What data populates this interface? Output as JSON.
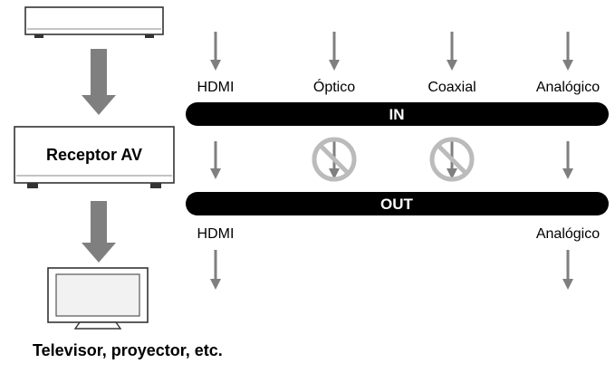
{
  "receiver": {
    "label": "Receptor AV"
  },
  "display": {
    "label": "Televisor, proyector, etc."
  },
  "buses": {
    "in_label": "IN",
    "out_label": "OUT"
  },
  "inputs": [
    {
      "label": "HDMI"
    },
    {
      "label": "Óptico"
    },
    {
      "label": "Coaxial"
    },
    {
      "label": "Analógico"
    }
  ],
  "outputs": [
    {
      "label": "HDMI"
    },
    {
      "label": "Analógico"
    }
  ],
  "blocked_signals": [
    "Óptico",
    "Coaxial"
  ],
  "colors": {
    "arrow": "#7f7f7f",
    "bus": "#000000",
    "bus_text": "#ffffff",
    "device_outline": "#333333",
    "prohibited": "#bbbbbb"
  }
}
